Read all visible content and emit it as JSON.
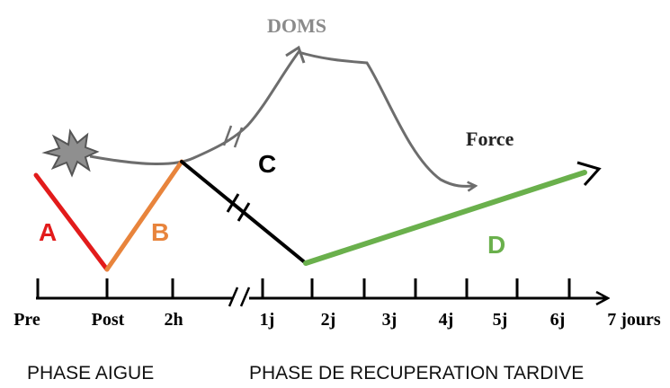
{
  "labels": {
    "doms": "DOMS",
    "force": "Force",
    "a": "A",
    "b": "B",
    "c": "C",
    "d": "D"
  },
  "axis": {
    "ticks": [
      "Pre",
      "Post",
      "2h",
      "1j",
      "2j",
      "3j",
      "4j",
      "5j",
      "6j",
      "7 jours"
    ]
  },
  "phases": {
    "acute": "PHASE AIGUE",
    "recovery": "PHASE DE RECUPERATION TARDIVE"
  },
  "colors": {
    "a": "#e21b1b",
    "b": "#e8843c",
    "c": "#000000",
    "d": "#6ab04c",
    "doms_curve": "#6d6d6d",
    "doms_text": "#8a8a8a",
    "axis": "#000000"
  }
}
